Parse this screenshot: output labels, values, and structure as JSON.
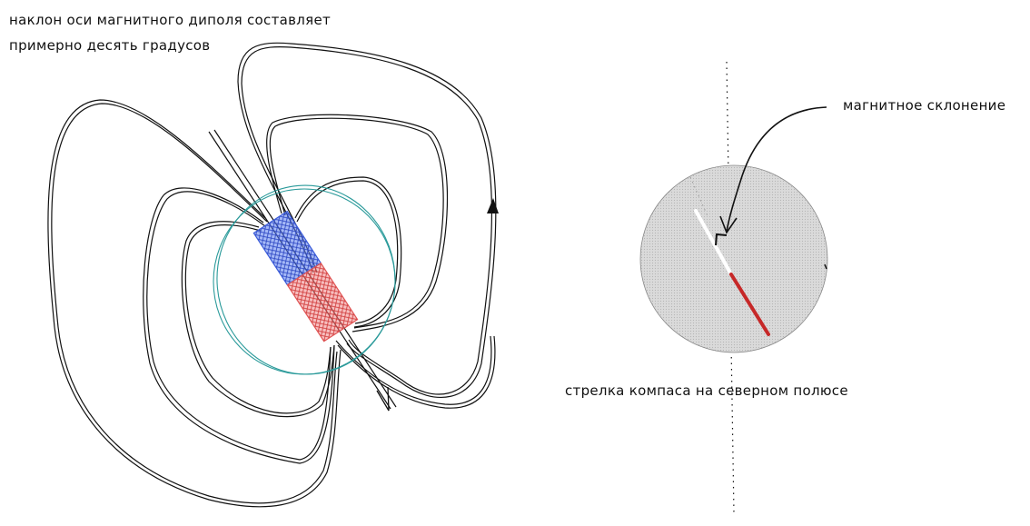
{
  "annotations": {
    "dipole_tilt_line1": "наклон оси магнитного диполя составляет",
    "dipole_tilt_line2": "примерно десять градусов",
    "declination_label": "магнитное склонение",
    "compass_caption": "стрелка компаса на северном полюсе"
  },
  "colors": {
    "magnet_north": "#3a5bd9",
    "magnet_south": "#e05555",
    "earth_circle": "#2a9a9a",
    "compass_disc": "#d8d8d8",
    "needle_red": "#c62828",
    "ink": "#111111"
  },
  "icons": {
    "field_arrow": "arrow-head",
    "declination_arrow": "curved-arrow"
  }
}
